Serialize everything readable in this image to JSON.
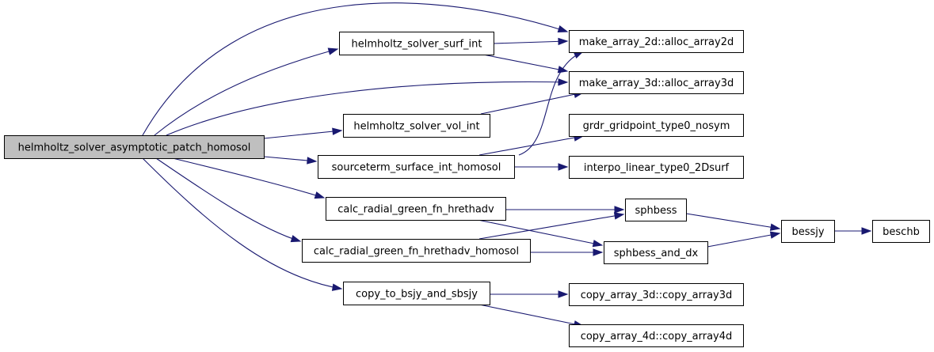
{
  "colors": {
    "edge": "#191970",
    "node_fill": "#ffffff",
    "root_fill": "#bfbfbf",
    "node_border": "#000000"
  },
  "graph": {
    "root": "root",
    "nodes": {
      "root": "helmholtz_solver_asymptotic_patch_homosol",
      "surf_int": "helmholtz_solver_surf_int",
      "vol_int": "helmholtz_solver_vol_int",
      "srcterm": "sourceterm_surface_int_homosol",
      "calc_green": "calc_radial_green_fn_hrethadv",
      "calc_green_homosol": "calc_radial_green_fn_hrethadv_homosol",
      "copy_bsjy": "copy_to_bsjy_and_sbsjy",
      "alloc2d": "make_array_2d::alloc_array2d",
      "alloc3d": "make_array_3d::alloc_array3d",
      "grdr": "grdr_gridpoint_type0_nosym",
      "interpo": "interpo_linear_type0_2Dsurf",
      "sphbess": "sphbess",
      "sphbess_dx": "sphbess_and_dx",
      "bessjy": "bessjy",
      "beschb": "beschb",
      "copy3d": "copy_array_3d::copy_array3d",
      "copy4d": "copy_array_4d::copy_array4d"
    },
    "edges": [
      [
        "root",
        "alloc2d"
      ],
      [
        "root",
        "surf_int"
      ],
      [
        "root",
        "alloc3d"
      ],
      [
        "root",
        "vol_int"
      ],
      [
        "root",
        "srcterm"
      ],
      [
        "root",
        "calc_green"
      ],
      [
        "root",
        "calc_green_homosol"
      ],
      [
        "root",
        "copy_bsjy"
      ],
      [
        "surf_int",
        "alloc2d"
      ],
      [
        "surf_int",
        "alloc3d"
      ],
      [
        "vol_int",
        "alloc3d"
      ],
      [
        "srcterm",
        "alloc2d"
      ],
      [
        "srcterm",
        "grdr"
      ],
      [
        "srcterm",
        "interpo"
      ],
      [
        "calc_green",
        "sphbess"
      ],
      [
        "calc_green",
        "sphbess_dx"
      ],
      [
        "calc_green_homosol",
        "sphbess"
      ],
      [
        "calc_green_homosol",
        "sphbess_dx"
      ],
      [
        "sphbess",
        "bessjy"
      ],
      [
        "sphbess_dx",
        "bessjy"
      ],
      [
        "bessjy",
        "beschb"
      ],
      [
        "copy_bsjy",
        "copy3d"
      ],
      [
        "copy_bsjy",
        "copy4d"
      ]
    ]
  }
}
